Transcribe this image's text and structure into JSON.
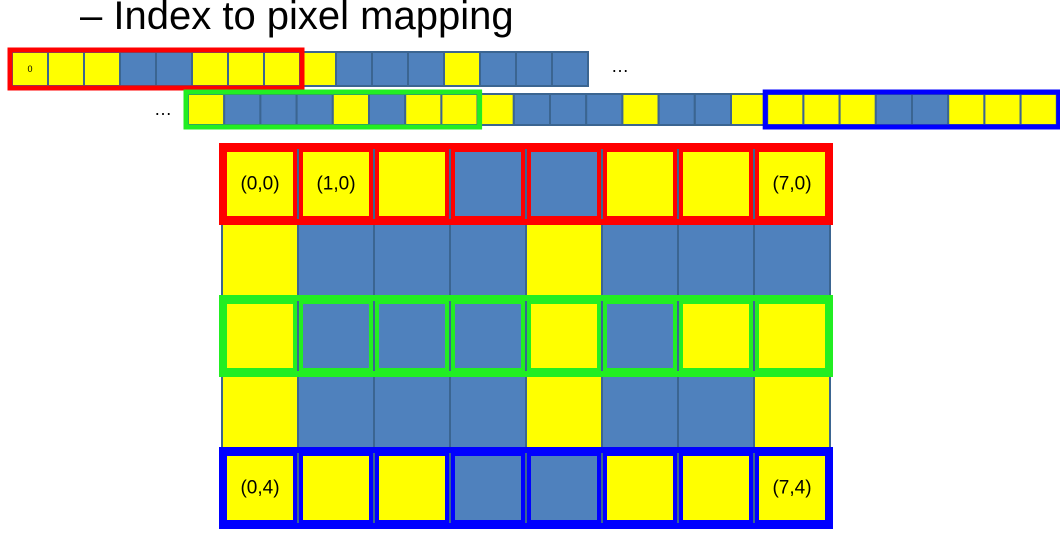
{
  "title": "– Index to pixel mapping",
  "colors": {
    "yellow": "#ffff00",
    "blue": "#4f81bd",
    "cell_border": "#3b6591",
    "row0_highlight": "#ff0000",
    "row2_highlight": "#22ee22",
    "row4_highlight": "#0000ff"
  },
  "strip": {
    "start_index_label": "0",
    "ellipsis_right": "…",
    "ellipsis_left": "…"
  },
  "grid": {
    "rows": [
      [
        "Y",
        "Y",
        "Y",
        "B",
        "B",
        "Y",
        "Y",
        "Y"
      ],
      [
        "Y",
        "B",
        "B",
        "B",
        "Y",
        "B",
        "B",
        "B"
      ],
      [
        "Y",
        "B",
        "B",
        "B",
        "Y",
        "B",
        "Y",
        "Y"
      ],
      [
        "Y",
        "B",
        "B",
        "B",
        "Y",
        "B",
        "B",
        "Y"
      ],
      [
        "Y",
        "Y",
        "Y",
        "B",
        "B",
        "Y",
        "Y",
        "Y"
      ]
    ],
    "highlighted_rows": [
      0,
      2,
      4
    ],
    "cell_labels": [
      {
        "row": 0,
        "col": 0,
        "text": "(0,0)"
      },
      {
        "row": 0,
        "col": 1,
        "text": "(1,0)"
      },
      {
        "row": 0,
        "col": 7,
        "text": "(7,0)"
      },
      {
        "row": 4,
        "col": 0,
        "text": "(0,4)"
      },
      {
        "row": 4,
        "col": 7,
        "text": "(7,4)"
      }
    ]
  }
}
